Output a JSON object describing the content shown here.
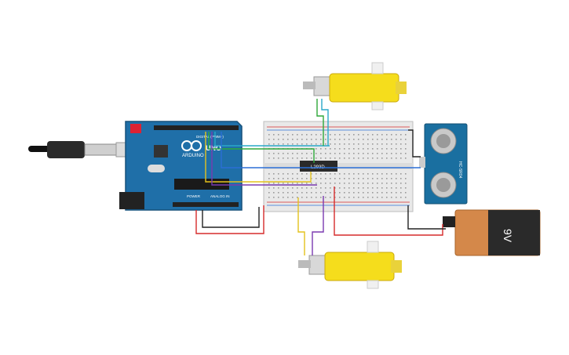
{
  "arduino": {
    "brand": "ARDUINO",
    "model": "UNO",
    "header_digital": "DIGITAL (PWM~)",
    "header_power": "POWER",
    "header_analog": "ANALOG IN",
    "board_color": "#1f6fa8"
  },
  "driver_chip": {
    "label": "L293D"
  },
  "sensor": {
    "label": "HC-SR04",
    "color": "#1a6fa0"
  },
  "battery": {
    "label": "9V",
    "body_color": "#d4884a",
    "cap_color": "#1a1a1a"
  },
  "motors": [
    {
      "id": "top-motor",
      "color": "#f5dd1c"
    },
    {
      "id": "bottom-motor",
      "color": "#f5dd1c"
    }
  ],
  "wire_colors": {
    "red": "#d62b2b",
    "black": "#222222",
    "green": "#2fa83a",
    "cyan": "#2aa9c9",
    "yellow": "#e4c21c",
    "purple": "#7b3ab0",
    "blue": "#2b6fd6"
  }
}
